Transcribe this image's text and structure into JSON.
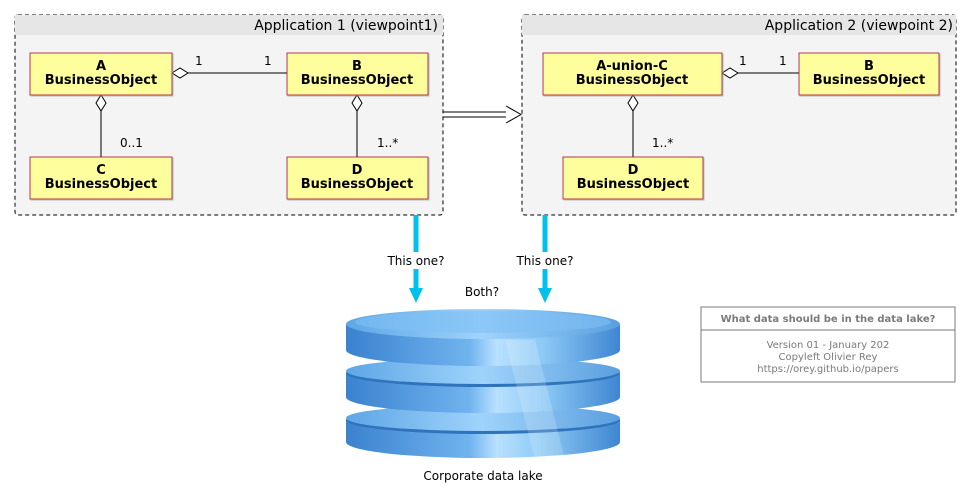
{
  "packages": [
    {
      "title": "Application 1 (viewpoint1)"
    },
    {
      "title": "Application 2 (viewpoint 2)"
    }
  ],
  "classes": {
    "app1_a": {
      "name": "A",
      "stereo": "BusinessObject"
    },
    "app1_b": {
      "name": "B",
      "stereo": "BusinessObject"
    },
    "app1_c": {
      "name": "C",
      "stereo": "BusinessObject"
    },
    "app1_d": {
      "name": "D",
      "stereo": "BusinessObject"
    },
    "app2_ac": {
      "name": "A-union-C",
      "stereo": "BusinessObject"
    },
    "app2_b": {
      "name": "B",
      "stereo": "BusinessObject"
    },
    "app2_d": {
      "name": "D",
      "stereo": "BusinessObject"
    }
  },
  "multiplicities": {
    "app1_ab_left": "1",
    "app1_ab_right": "1",
    "app1_ac": "0..1",
    "app1_bd": "1..*",
    "app2_acb_left": "1",
    "app2_acb_right": "1",
    "app2_acd": "1..*"
  },
  "arrows": {
    "left_label": "This one?",
    "right_label": "This one?",
    "both_label": "Both?"
  },
  "database": {
    "label": "Corporate data lake"
  },
  "note": {
    "title": "What data should be in the data lake?",
    "line1": "Version 01 - January 202",
    "line2": "Copyleft Olivier Rey",
    "line3": "https://orey.github.io/papers"
  },
  "colors": {
    "class_fill": "#FEFE9C",
    "class_border": "#A80036",
    "package_fill": "#F4F4F4",
    "arrow_blue": "#00C0EE",
    "db_blue": "#4A90D9"
  }
}
